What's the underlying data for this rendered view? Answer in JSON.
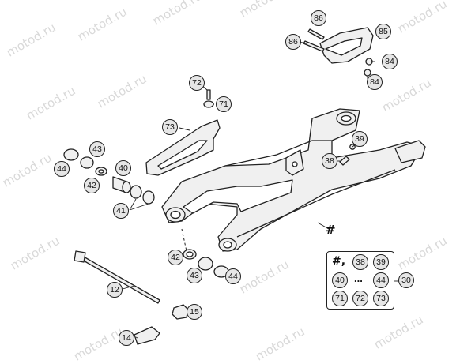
{
  "watermark": "motod.ru",
  "colors": {
    "part_fill": "#f0f0f0",
    "stroke": "#222222",
    "callout_fill": "#e6e6e6",
    "watermark": "#d9d9d9"
  },
  "callouts": {
    "n12": "12",
    "n14": "14",
    "n15": "15",
    "n30": "30",
    "n38": "38",
    "n39": "39",
    "n40": "40",
    "n41": "41",
    "n42a": "42",
    "n42b": "42",
    "n43a": "43",
    "n43b": "43",
    "n44a": "44",
    "n44b": "44",
    "n71": "71",
    "n72": "72",
    "n73": "73",
    "n84a": "84",
    "n84b": "84",
    "n85": "85",
    "n86a": "86",
    "n86b": "86"
  },
  "hash_label": "#",
  "legend": {
    "hash": "#,",
    "items": {
      "a": "38",
      "b": "39",
      "c": "40",
      "d": "44",
      "e": "71",
      "f": "72",
      "g": "73"
    },
    "ellipsis": "..."
  }
}
